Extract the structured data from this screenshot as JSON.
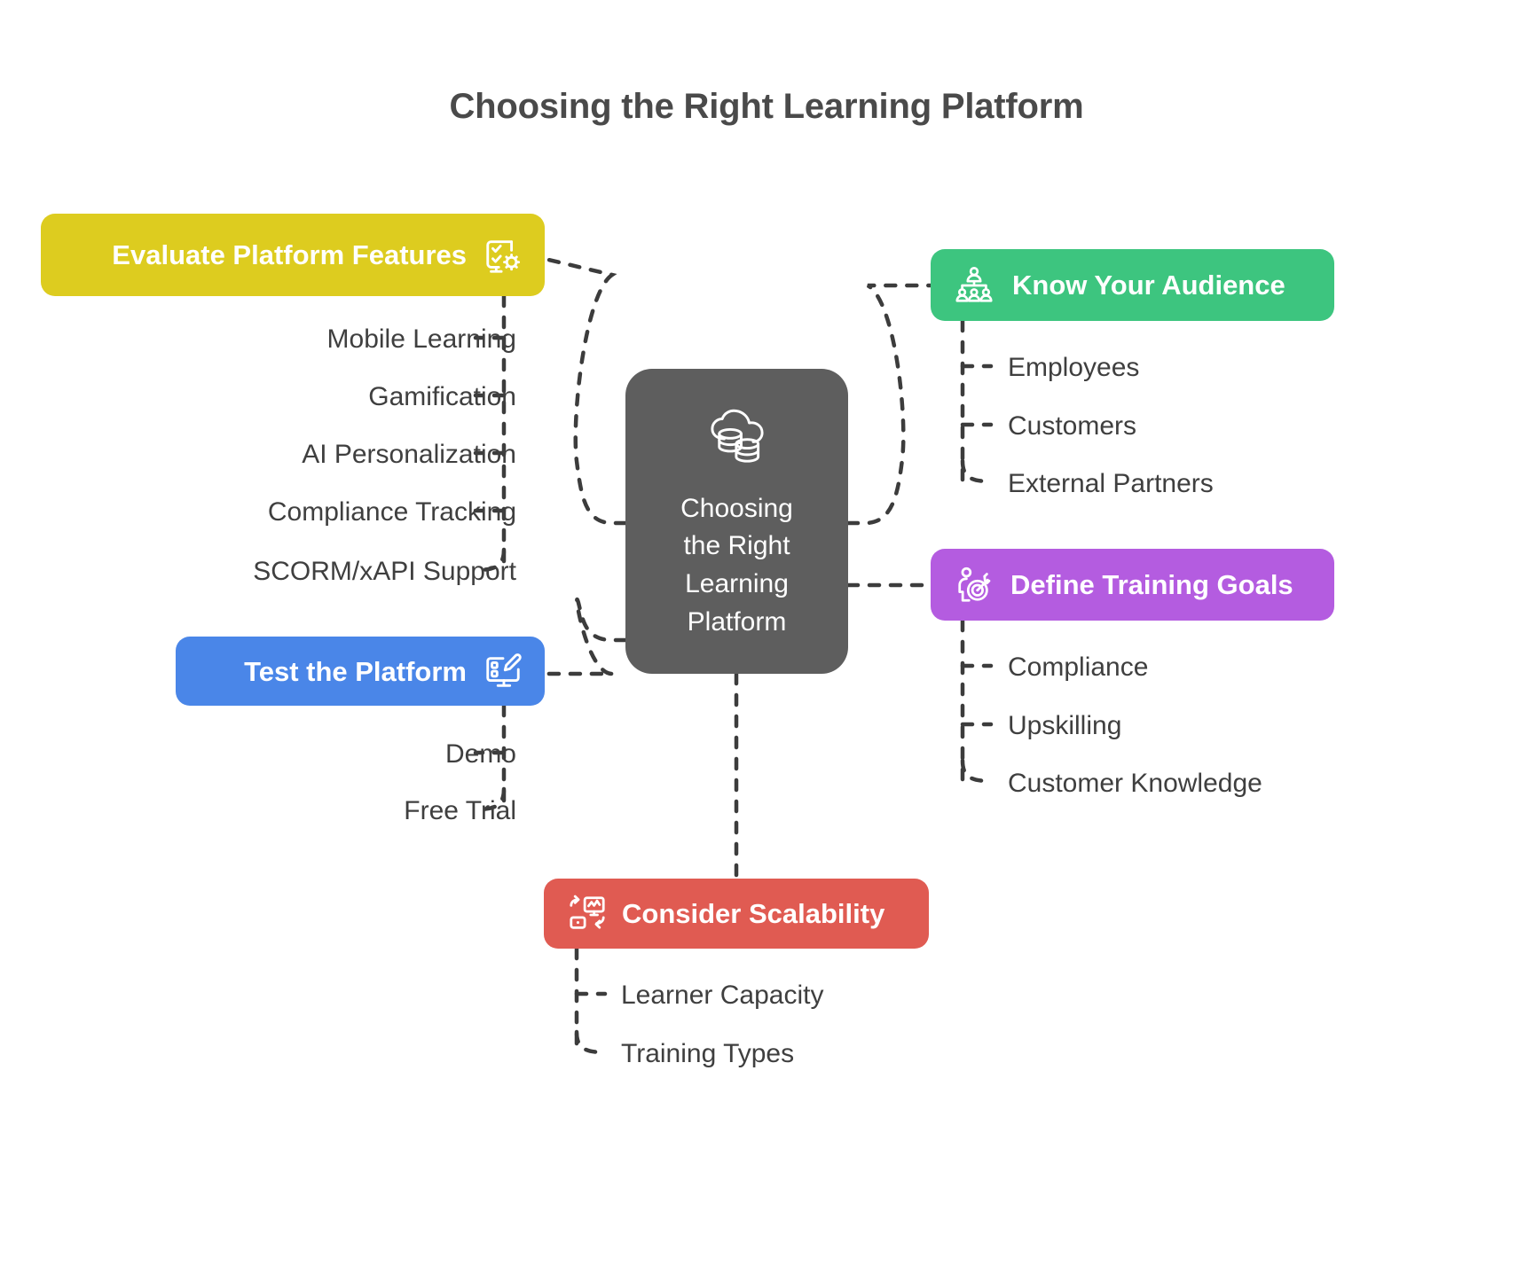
{
  "title": "Choosing the Right Learning Platform",
  "center": {
    "text_lines": [
      "Choosing",
      "the Right",
      "Learning",
      "Platform"
    ],
    "text": "Choosing the Right Learning Platform",
    "icon": "cloud-database-stack-icon",
    "color": "#5e5e5e"
  },
  "branches": [
    {
      "id": "evaluate",
      "label": "Evaluate Platform Features",
      "color": "#ddcc1f",
      "icon": "checklist-gear-icon",
      "side": "left",
      "children": [
        "Mobile Learning",
        "Gamification",
        "AI Personalization",
        "Compliance Tracking",
        "SCORM/xAPI Support"
      ]
    },
    {
      "id": "audience",
      "label": "Know Your Audience",
      "color": "#3dc57f",
      "icon": "org-chart-people-icon",
      "side": "right",
      "children": [
        "Employees",
        "Customers",
        "External Partners"
      ]
    },
    {
      "id": "goals",
      "label": "Define Training Goals",
      "color": "#b45ce0",
      "icon": "person-target-icon",
      "side": "right",
      "children": [
        "Compliance",
        "Upskilling",
        "Customer Knowledge"
      ]
    },
    {
      "id": "test",
      "label": "Test the Platform",
      "color": "#4a86e8",
      "icon": "monitor-pencil-icon",
      "side": "left",
      "children": [
        "Demo",
        "Free Trial"
      ]
    },
    {
      "id": "scalability",
      "label": "Consider Scalability",
      "color": "#e05b52",
      "icon": "devices-scale-arrows-icon",
      "side": "bottom",
      "children": [
        "Learner Capacity",
        "Training Types"
      ]
    }
  ],
  "leaves": {
    "mobile_learning": "Mobile Learning",
    "gamification": "Gamification",
    "ai_personalization": "AI Personalization",
    "compliance_tracking": "Compliance Tracking",
    "scorm_xapi_support": "SCORM/xAPI Support",
    "demo": "Demo",
    "free_trial": "Free Trial",
    "employees": "Employees",
    "customers": "Customers",
    "external_partners": "External Partners",
    "compliance": "Compliance",
    "upskilling": "Upskilling",
    "customer_knowledge": "Customer Knowledge",
    "learner_capacity": "Learner Capacity",
    "training_types": "Training Types"
  },
  "theme": {
    "background": "#ffffff",
    "text_color": "#3f3f3f",
    "title_color": "#4a4a4a",
    "connector_color": "#3c3c3c"
  }
}
